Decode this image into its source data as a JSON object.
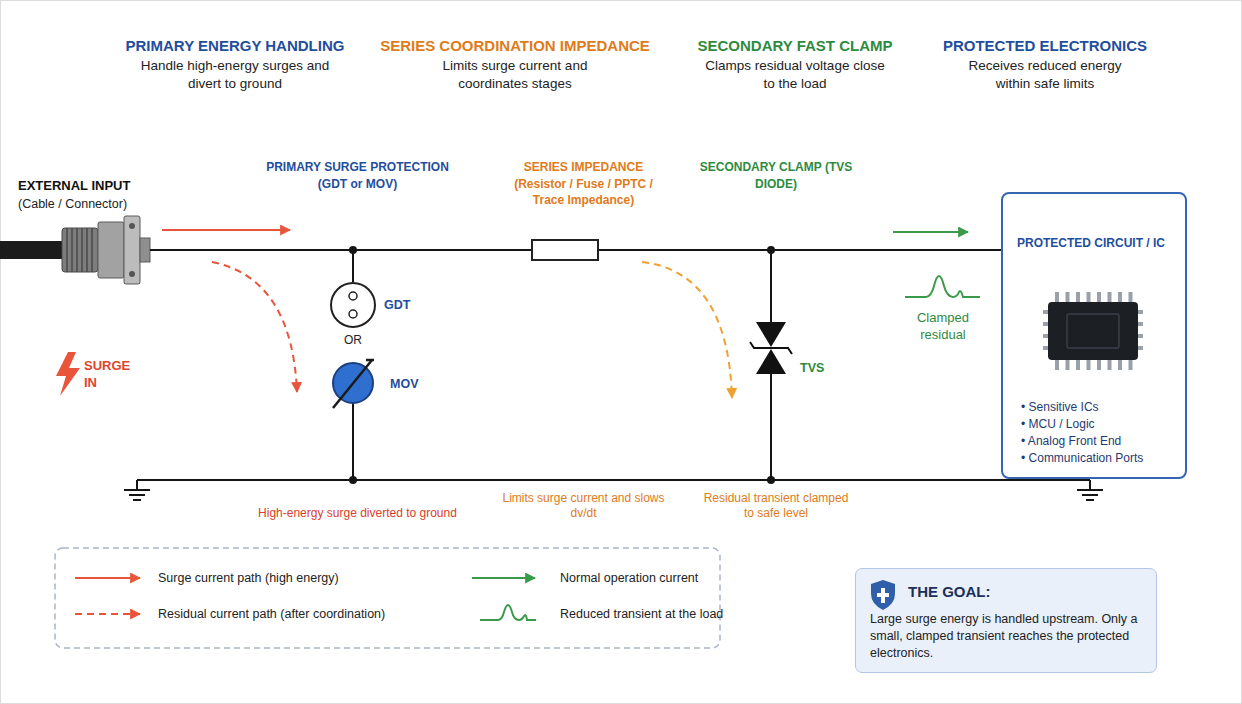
{
  "diagram": {
    "nodes": [
      {
        "text": [
          "PRIMARY SURGE PROTECTION (GDT or MOV)",
          "High-energy surge diverted to ground"
        ]
      },
      {
        "text": [
          "SERIES IMPEDANCE (Resistor / Fuse / PPTC / Trace Impedance)",
          "Limits surge current and slows dv/dt"
        ]
      },
      {
        "text": [
          "SECONDARY CLAMP (TVS DIODE)",
          "Residual transient clamped to safe level"
        ]
      },
      {
        "text": [
          "PROTECTED CIRCUIT / IC",
          "• Sensitive ICs",
          "• MCU / Logic",
          "• Analog Front End",
          "• Communication Ports"
        ]
      },
      {
        "text": [
          "THE GOAL:",
          "Large surge energy is handled upstream. Only a small, clamped transient reaches the protected electronics."
        ]
      }
    ],
    "labels": [
      "PRIMARY ENERGY HANDLING",
      "Handle high-energy surges and divert to ground",
      "SERIES COORDINATION IMPEDANCE",
      "Limits surge current and coordinates stages",
      "SECONDARY FAST CLAMP",
      "Clamps residual voltage close to the load",
      "PROTECTED ELECTRONICS",
      "Receives reduced energy within safe limits",
      "EXTERNAL INPUT",
      "(Cable / Connector)",
      "SURGE IN",
      "GDT",
      "OR",
      "MOV",
      "TVS",
      "Clamped residual"
    ],
    "legend": [
      {
        "text": "Surge current path (high energy)"
      },
      {
        "text": "Residual current path (after coordination)"
      },
      {
        "text": "Normal operation current"
      },
      {
        "text": "Reduced transient at the load"
      }
    ]
  }
}
